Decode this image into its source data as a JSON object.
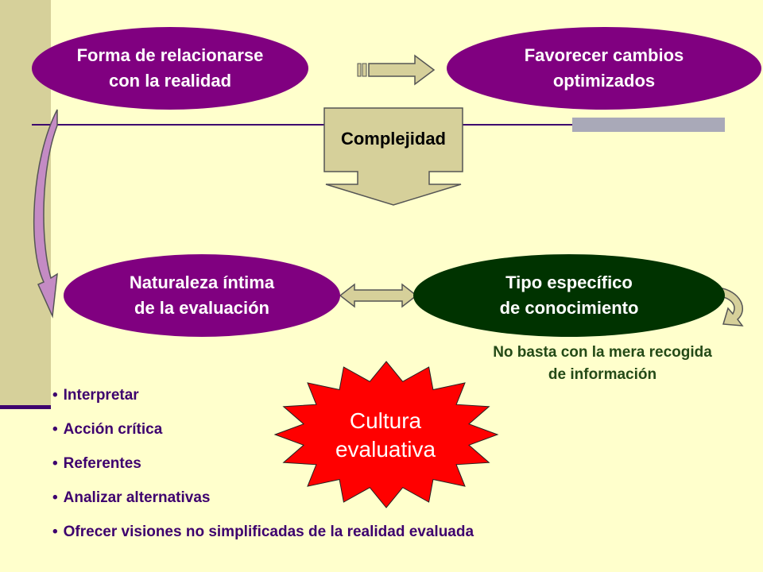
{
  "top_left_oval": {
    "line1": "Forma de relacionarse",
    "line2": "con la realidad"
  },
  "top_right_oval": {
    "line1": "Favorecer cambios",
    "line2": "optimizados"
  },
  "complexity_box": {
    "label": "Complejidad"
  },
  "mid_left_oval": {
    "line1": "Naturaleza íntima",
    "line2": "de la evaluación"
  },
  "mid_right_oval": {
    "line1": "Tipo específico",
    "line2": "de conocimiento"
  },
  "note": {
    "line1": "No basta con la mera recogida",
    "line2": "de información"
  },
  "burst": {
    "line1": "Cultura",
    "line2": "evaluativa"
  },
  "bullets": [
    "Interpretar",
    "Acción crítica",
    "Referentes",
    "Analizar alternativas",
    "Ofrecer visiones no simplificadas de la realidad evaluada"
  ],
  "colors": {
    "background": "#ffffcc",
    "left_bar": "#d6d09a",
    "purple_oval": "#800080",
    "dark_green_oval": "#003300",
    "arrow_fill": "#d6d09a",
    "burst_red": "#ff0000",
    "bullet_text": "#3d006e",
    "note_text": "#244a17"
  }
}
